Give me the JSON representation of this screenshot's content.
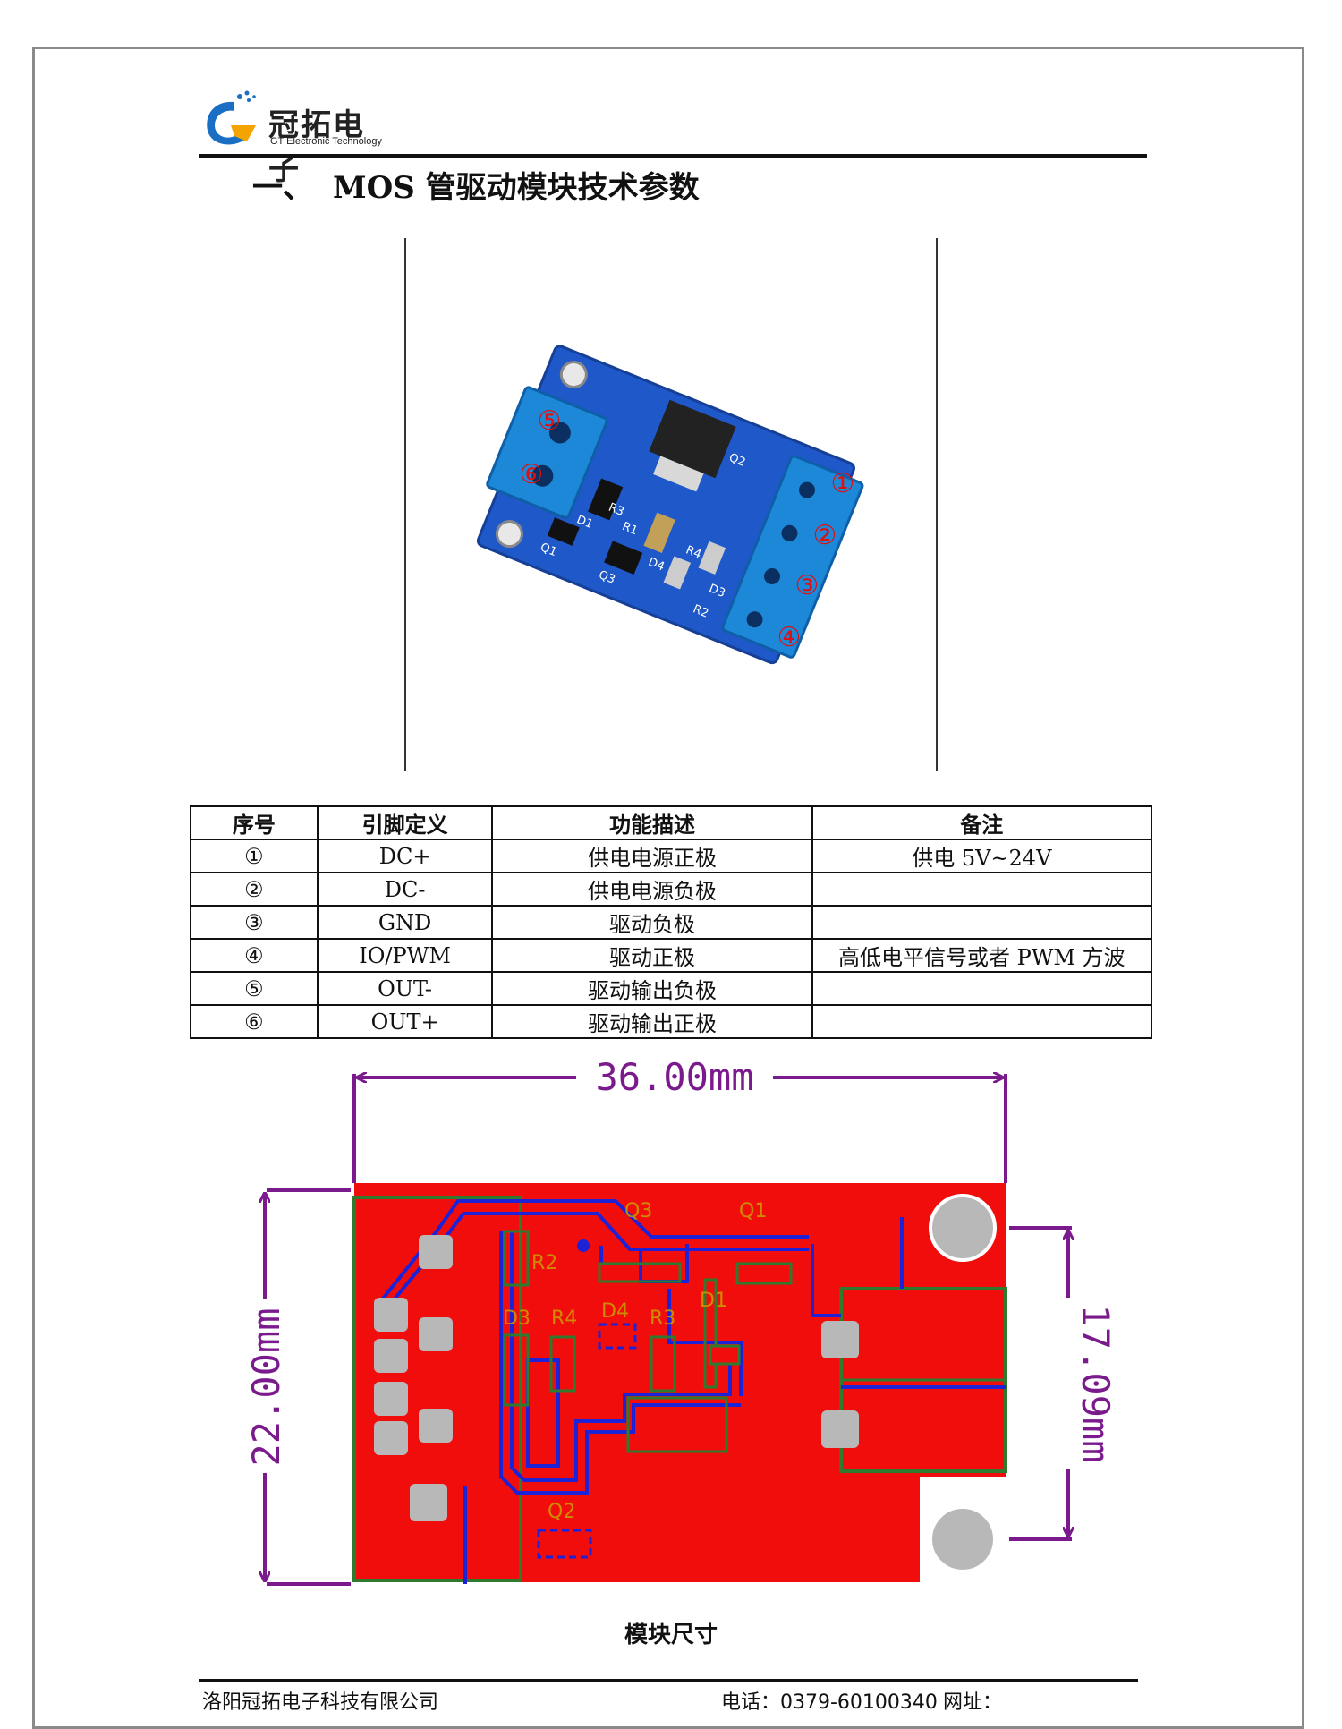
{
  "header": {
    "logo_text_cn": "冠拓电子",
    "logo_text_en": "GT Electronic Technology"
  },
  "section": {
    "number": "一、",
    "title": "MOS 管驱动模块技术参数"
  },
  "photo": {
    "pin_markers": [
      "①",
      "②",
      "③",
      "④",
      "⑤",
      "⑥"
    ],
    "silkscreen": [
      "Q2",
      "Q1",
      "Q3",
      "D1",
      "D3",
      "D4",
      "R1",
      "R2",
      "R3",
      "R4"
    ]
  },
  "table": {
    "headers": [
      "序号",
      "引脚定义",
      "功能描述",
      "备注"
    ],
    "rows": [
      [
        "①",
        "DC+",
        "供电电源正极",
        "供电 5V~24V"
      ],
      [
        "②",
        "DC-",
        "供电电源负极",
        ""
      ],
      [
        "③",
        "GND",
        "驱动负极",
        ""
      ],
      [
        "④",
        "IO/PWM",
        "驱动正极",
        "高低电平信号或者 PWM 方波"
      ],
      [
        "⑤",
        "OUT-",
        "驱动输出负极",
        ""
      ],
      [
        "⑥",
        "OUT+",
        "驱动输出正极",
        ""
      ]
    ]
  },
  "dimensions": {
    "width_label": "36.00mm",
    "height_label": "22.00mm",
    "hole_spacing_label": "17.09mm",
    "pcb_labels": [
      "Q3",
      "Q1",
      "R2",
      "D3",
      "R4",
      "D4",
      "R3",
      "D1",
      "Q2"
    ],
    "colors": {
      "board": "#f20d0d",
      "trace": "#1d22d6",
      "outline": "#2f7a2f",
      "dimension": "#7a1a8c",
      "pad": "#b8b8b8"
    }
  },
  "caption": "模块尺寸",
  "footer": {
    "company": "洛阳冠拓电子科技有限公司",
    "phone": "电话：0379-60100340",
    "website_label": "网址："
  }
}
